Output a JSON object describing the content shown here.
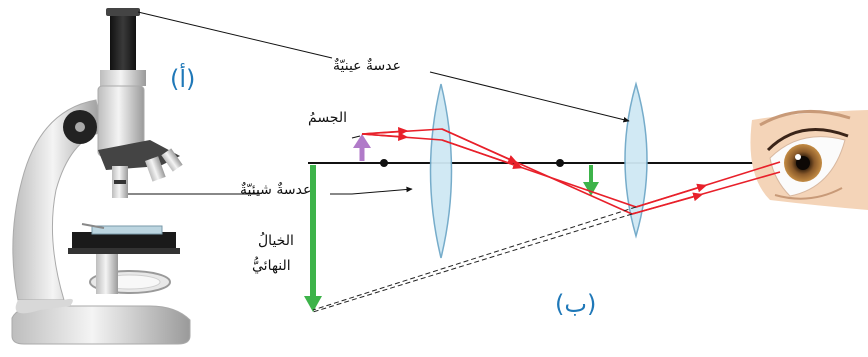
{
  "labels": {
    "part_a": "(أ)",
    "part_b": "(ب)",
    "eyepiece_lens": "عدسةٌ عينيّةٌ",
    "objective_lens": "عدسةٌ شيئيّةٌ",
    "object": "الجسمُ",
    "final_image_line1": "الخيالُ",
    "final_image_line2": "النهائيُّ"
  },
  "colors": {
    "ray": "#e8202a",
    "object_arrow": "#b07ac8",
    "image_arrow": "#3db34a",
    "lens_fill": "#cfe8f4",
    "lens_stroke": "#6fa8c8",
    "label_tag": "#1f78b8"
  }
}
